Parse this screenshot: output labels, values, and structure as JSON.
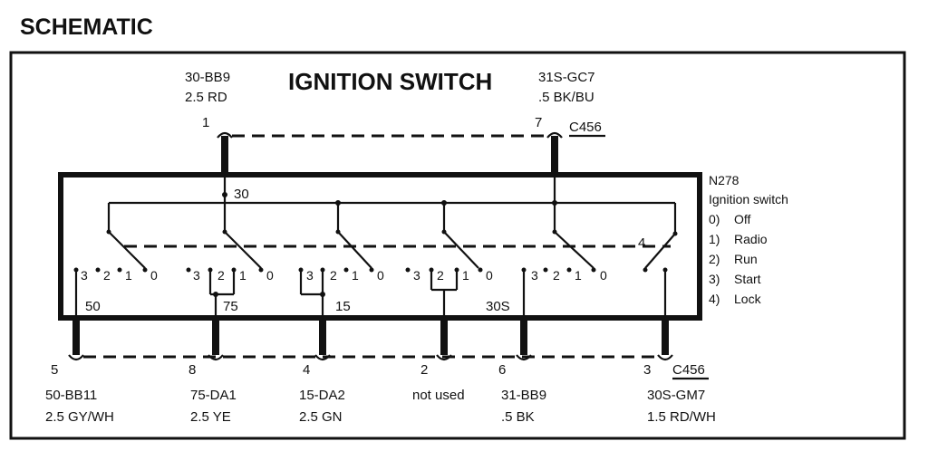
{
  "heading": "SCHEMATIC",
  "title": "IGNITION SWITCH",
  "top_connectors": [
    {
      "pin": "1",
      "circuit": "30-BB9",
      "wire": "2.5 RD"
    },
    {
      "pin": "7",
      "circuit": "31S-GC7",
      "wire": ".5 BK/BU",
      "connector": "C456"
    }
  ],
  "component": {
    "id": "N278",
    "name": "Ignition switch",
    "positions": [
      "0)    Off",
      "1)    Radio",
      "2)    Run",
      "3)    Start",
      "4)    Lock"
    ]
  },
  "terminals": {
    "t30": "30",
    "t50": "50",
    "t75": "75",
    "t15": "15",
    "t30s": "30S",
    "lock_num": "4"
  },
  "contact_labels": [
    "3",
    "2",
    "1",
    "0"
  ],
  "bottom_connectors": [
    {
      "pin": "5",
      "circuit": "50-BB11",
      "wire": "2.5 GY/WH"
    },
    {
      "pin": "8",
      "circuit": "75-DA1",
      "wire": "2.5 YE"
    },
    {
      "pin": "4",
      "circuit": "15-DA2",
      "wire": "2.5 GN"
    },
    {
      "pin": "2",
      "circuit": "not used",
      "wire": ""
    },
    {
      "pin": "6",
      "circuit": "31-BB9",
      "wire": ".5 BK"
    },
    {
      "pin": "3",
      "circuit": "30S-GM7",
      "wire": "1.5 RD/WH",
      "connector": "C456"
    }
  ]
}
